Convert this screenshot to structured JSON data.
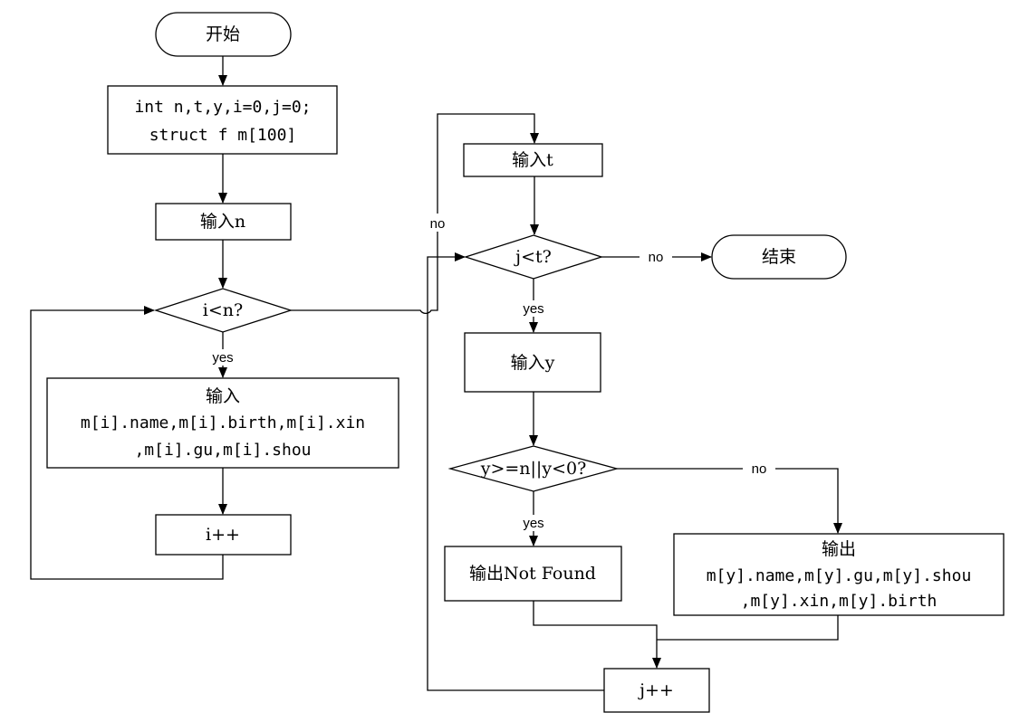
{
  "nodes": {
    "start": "开始",
    "decl_line1": "int n,t,y,i=0,j=0;",
    "decl_line2": "struct f m[100]",
    "input_n": "输入n",
    "cond_i": "i<n?",
    "input_rec_title": "输入",
    "input_rec_line1": "m[i].name,m[i].birth,m[i].xin",
    "input_rec_line2": ",m[i].gu,m[i].shou",
    "inc_i": "i++",
    "input_t": "输入t",
    "cond_j": "j<t?",
    "end": "结束",
    "input_y": "输入y",
    "cond_y": "y>=n||y<0?",
    "output_nf": "输出Not Found",
    "output_title": "输出",
    "output_line1": "m[y].name,m[y].gu,m[y].shou",
    "output_line2": ",m[y].xin,m[y].birth",
    "inc_j": "j++"
  },
  "edges": {
    "i_yes": "yes",
    "i_no": "no",
    "j_yes": "yes",
    "j_no": "no",
    "y_yes": "yes",
    "y_no": "no"
  }
}
